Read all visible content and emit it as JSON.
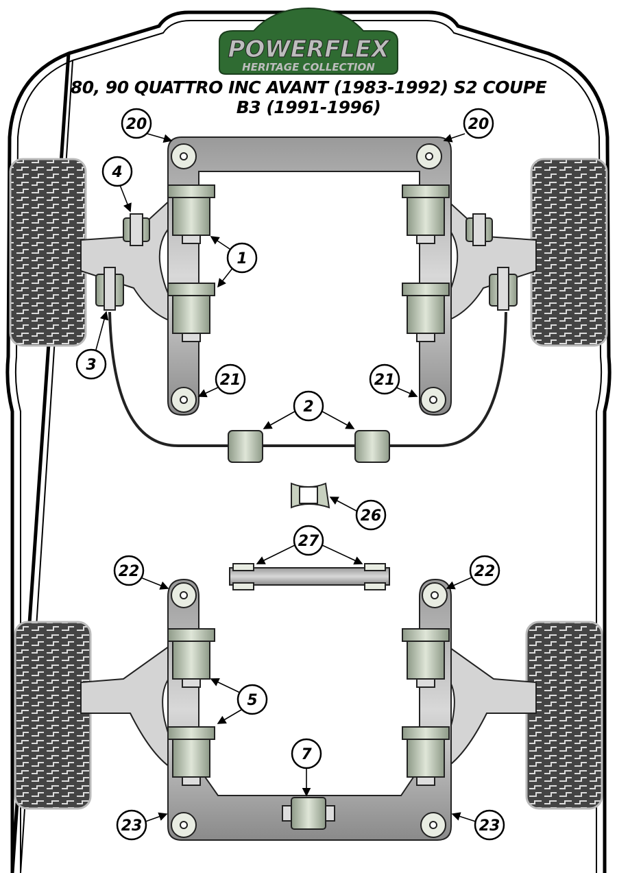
{
  "logo": {
    "brand": "POWERFLEX",
    "subtitle": "HERITAGE COLLECTION"
  },
  "title": {
    "line1": "80, 90 QUATTRO INC AVANT (1983-1992) S2 COUPE",
    "line2": "B3 (1991-1996)"
  },
  "callouts": {
    "front_left_mount": "20",
    "front_right_mount": "20",
    "arm_bush_4": "4",
    "arm_bush_1": "1",
    "arm_bush_3": "3",
    "front_left_rear_mount": "21",
    "front_right_rear_mount": "21",
    "anti_roll_bar_bush": "2",
    "gearbox_mount": "26",
    "crossmember_bush": "27",
    "rear_left_front_mount": "22",
    "rear_right_front_mount": "22",
    "rear_arm_bush": "5",
    "diff_mount": "7",
    "rear_left_rear_mount": "23",
    "rear_right_rear_mount": "23"
  },
  "colors": {
    "logo_green": "#2f6b32",
    "frame": "#b8b8b8",
    "bush": "#c7d0bf",
    "tyre": "#3a3a3a"
  }
}
